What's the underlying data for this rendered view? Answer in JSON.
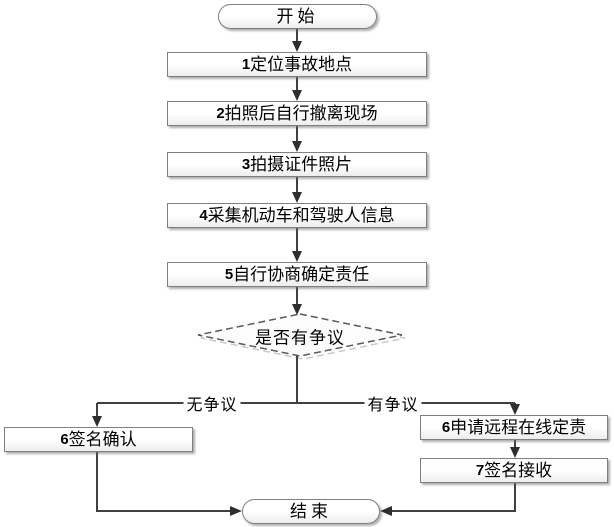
{
  "flowchart": {
    "start": {
      "label": "开始"
    },
    "steps": [
      {
        "num": "1",
        "label": "定位事故地点"
      },
      {
        "num": "2",
        "label": "拍照后自行撤离现场"
      },
      {
        "num": "3",
        "label": "拍摄证件照片"
      },
      {
        "num": "4",
        "label": "采集机动车和驾驶人信息"
      },
      {
        "num": "5",
        "label": "自行协商确定责任"
      }
    ],
    "decision": {
      "label": "是否有争议"
    },
    "branches": {
      "no_dispute": {
        "edge_label": "无争议",
        "steps": [
          {
            "num": "6",
            "label": "签名确认"
          }
        ]
      },
      "dispute": {
        "edge_label": "有争议",
        "steps": [
          {
            "num": "6",
            "label": "申请远程在线定责"
          },
          {
            "num": "7",
            "label": "签名接收"
          }
        ]
      }
    },
    "end": {
      "label": "结束"
    },
    "colors": {
      "line": "#404040",
      "arrow": "#2e2e2e",
      "box_border": "#7f7f7f",
      "diamond_border": "#595959",
      "diamond_fill": "#fcfcfc"
    }
  }
}
